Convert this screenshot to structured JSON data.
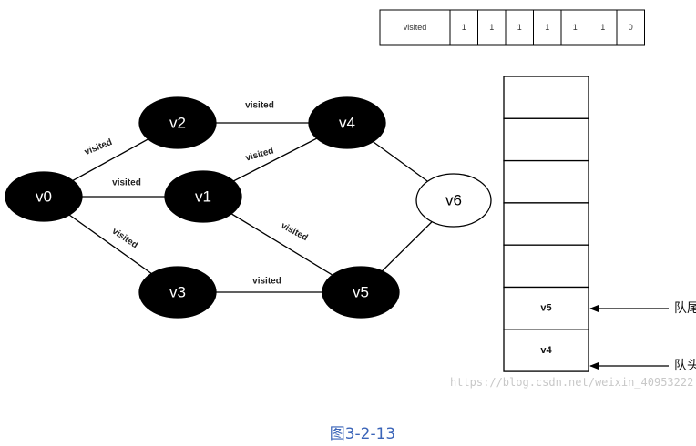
{
  "colors": {
    "node_fill": "#000000",
    "node_text": "#ffffff",
    "open_node_fill": "#ffffff",
    "open_node_text": "#000000",
    "caption": "#3a64b8",
    "watermark": "#c8c8c8"
  },
  "visited_array": {
    "header": "visited",
    "cells": [
      "1",
      "1",
      "1",
      "1",
      "1",
      "1",
      "0"
    ]
  },
  "graph": {
    "nodes": [
      {
        "id": "v0",
        "label": "v0",
        "visited": true
      },
      {
        "id": "v1",
        "label": "v1",
        "visited": true
      },
      {
        "id": "v2",
        "label": "v2",
        "visited": true
      },
      {
        "id": "v3",
        "label": "v3",
        "visited": true
      },
      {
        "id": "v4",
        "label": "v4",
        "visited": true
      },
      {
        "id": "v5",
        "label": "v5",
        "visited": true
      },
      {
        "id": "v6",
        "label": "v6",
        "visited": false
      }
    ],
    "edges": [
      {
        "from": "v0",
        "to": "v2",
        "label": "visited"
      },
      {
        "from": "v0",
        "to": "v1",
        "label": "visited"
      },
      {
        "from": "v0",
        "to": "v3",
        "label": "visited"
      },
      {
        "from": "v2",
        "to": "v4",
        "label": "visited"
      },
      {
        "from": "v1",
        "to": "v4",
        "label": "visited"
      },
      {
        "from": "v1",
        "to": "v5",
        "label": "visited"
      },
      {
        "from": "v3",
        "to": "v5",
        "label": "visited"
      },
      {
        "from": "v4",
        "to": "v6",
        "label": ""
      },
      {
        "from": "v5",
        "to": "v6",
        "label": ""
      }
    ]
  },
  "queue": {
    "cells": [
      "",
      "",
      "",
      "",
      "",
      "v5",
      "v4"
    ],
    "tail_label": "队尾",
    "head_label": "队头"
  },
  "watermark": "https://blog.csdn.net/weixin_40953222",
  "caption": "图3-2-13"
}
